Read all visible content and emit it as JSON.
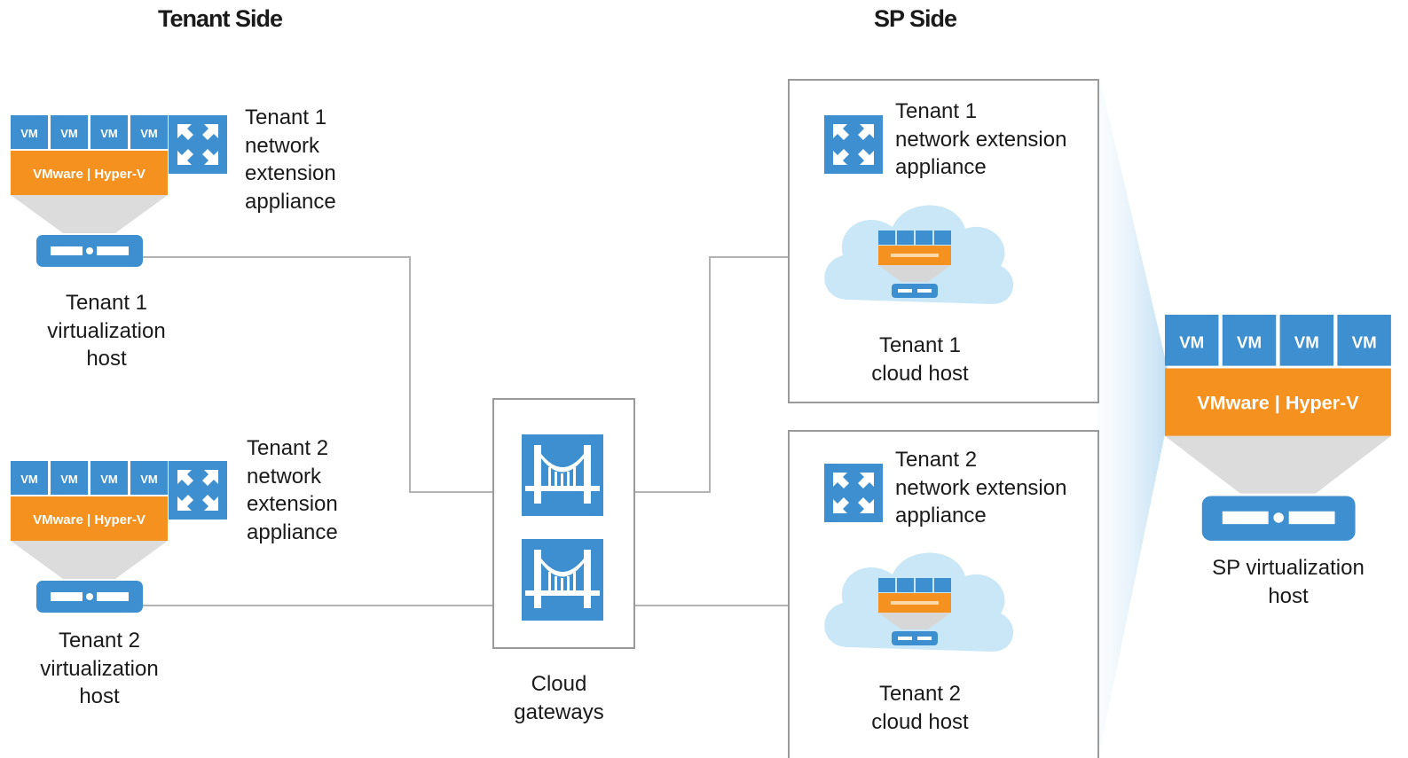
{
  "headers": {
    "tenant_side": "Tenant Side",
    "sp_side": "SP Side"
  },
  "labels": {
    "t1_nea": "Tenant 1\nnetwork\nextension\nappliance",
    "t1_host": "Tenant 1\nvirtualization\nhost",
    "t2_nea": "Tenant 2\nnetwork\nextension\nappliance",
    "t2_host": "Tenant 2\nvirtualization\nhost",
    "gateways": "Cloud\ngateways",
    "sp_t1_nea": "Tenant 1\nnetwork extension\nappliance",
    "sp_t1_cloud": "Tenant 1\ncloud host",
    "sp_t2_nea": "Tenant 2\nnetwork extension\nappliance",
    "sp_t2_cloud": "Tenant 2\ncloud host",
    "sp_host": "SP virtualization\nhost"
  },
  "host_stack": {
    "vm_label": "VM",
    "hypervisor_label": "VMware | Hyper-V"
  },
  "colors": {
    "blue": "#3d8fcf",
    "orange": "#f5911e",
    "cloud": "#c9e7f6",
    "line": "#b3b3b3",
    "box_border": "#9a9a9a",
    "grey_cone": "#dcdcdc"
  }
}
